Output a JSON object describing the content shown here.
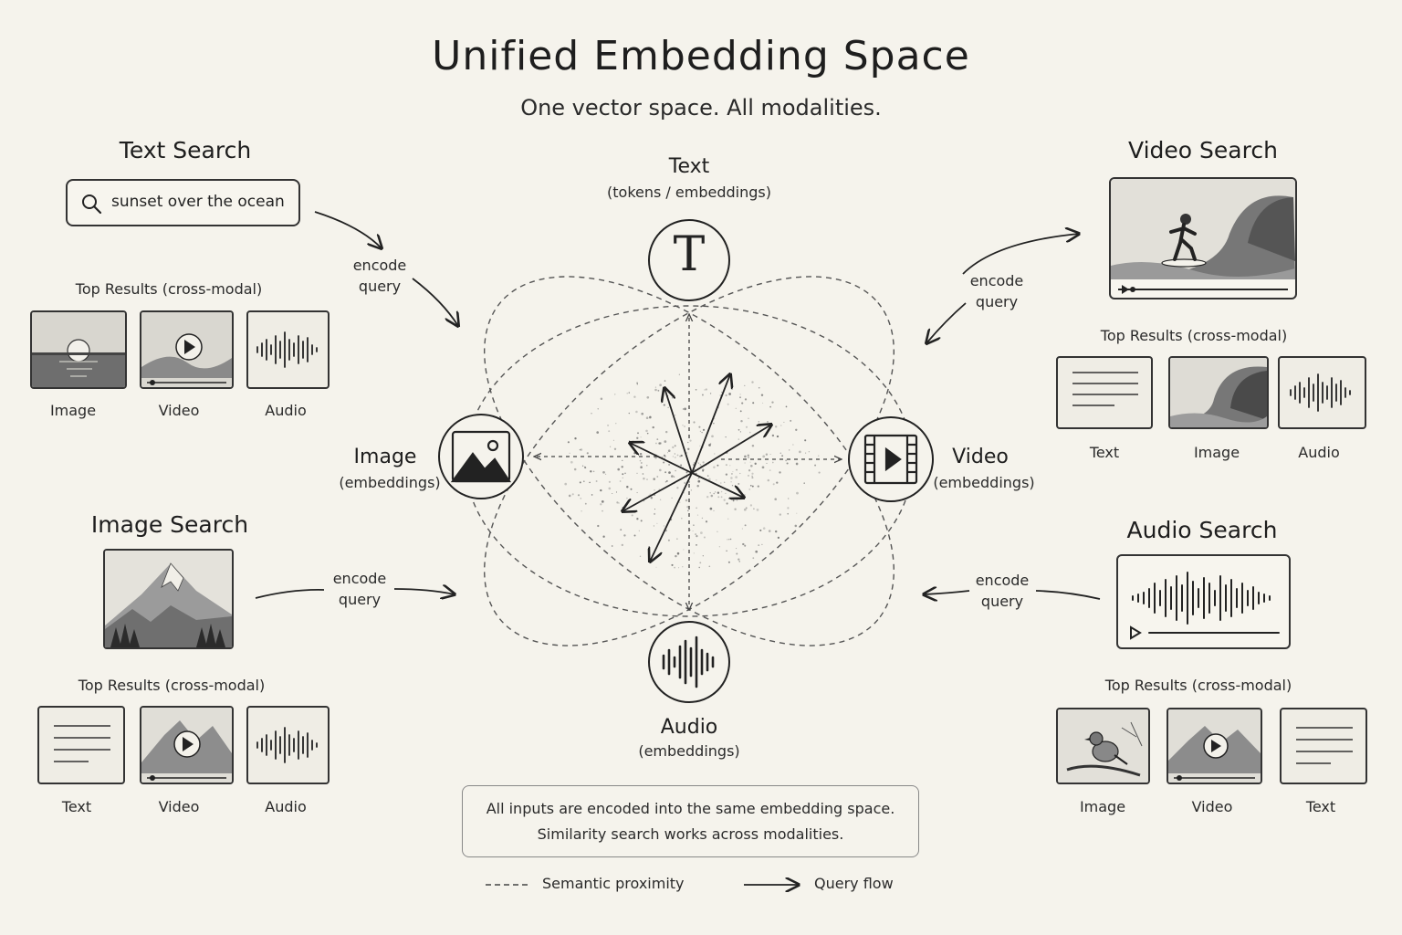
{
  "title": "Unified Embedding Space",
  "subtitle": "One vector space. All modalities.",
  "nodes": {
    "text": {
      "label": "Text",
      "sublabel": "(tokens / embeddings)",
      "glyph": "T"
    },
    "image": {
      "label": "Image",
      "sublabel": "(embeddings)"
    },
    "video": {
      "label": "Video",
      "sublabel": "(embeddings)"
    },
    "audio": {
      "label": "Audio",
      "sublabel": "(embeddings)"
    }
  },
  "encode_label": [
    "encode",
    "query"
  ],
  "panels": {
    "text_search": {
      "heading": "Text Search",
      "query": "sunset over the ocean",
      "results_title": "Top Results (cross-modal)",
      "results": [
        "Image",
        "Video",
        "Audio"
      ]
    },
    "video_search": {
      "heading": "Video Search",
      "results_title": "Top Results (cross-modal)",
      "results": [
        "Text",
        "Image",
        "Audio"
      ]
    },
    "image_search": {
      "heading": "Image Search",
      "results_title": "Top Results (cross-modal)",
      "results": [
        "Text",
        "Video",
        "Audio"
      ]
    },
    "audio_search": {
      "heading": "Audio Search",
      "results_title": "Top Results (cross-modal)",
      "results": [
        "Image",
        "Video",
        "Text"
      ]
    }
  },
  "note": {
    "line1": "All inputs are encoded into the same embedding space.",
    "line2": "Similarity search works across modalities."
  },
  "legend": {
    "dashed": "Semantic proximity",
    "arrow": "Query flow"
  },
  "colors": {
    "background": "#f5f3ec",
    "ink": "#222222"
  },
  "icons": [
    "search-icon",
    "text-icon",
    "image-icon",
    "video-icon",
    "audio-icon",
    "play-icon",
    "waveform-icon"
  ]
}
